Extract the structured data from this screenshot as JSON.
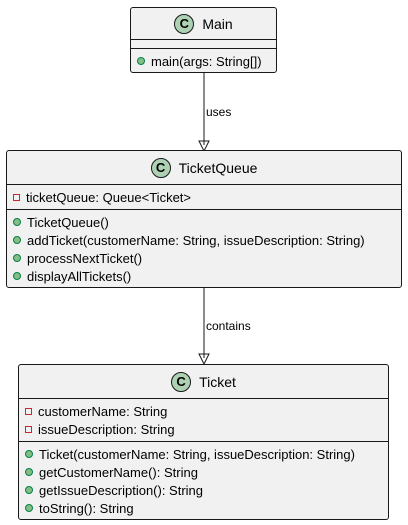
{
  "classes": {
    "main": {
      "badge": "C",
      "name": "Main",
      "fields": [],
      "methods": [
        {
          "visibility": "public",
          "text": "main(args: String[])"
        }
      ]
    },
    "ticket_queue": {
      "badge": "C",
      "name": "TicketQueue",
      "fields": [
        {
          "visibility": "private",
          "text": "ticketQueue: Queue<Ticket>"
        }
      ],
      "methods": [
        {
          "visibility": "public",
          "text": "TicketQueue()"
        },
        {
          "visibility": "public",
          "text": "addTicket(customerName: String, issueDescription: String)"
        },
        {
          "visibility": "public",
          "text": "processNextTicket()"
        },
        {
          "visibility": "public",
          "text": "displayAllTickets()"
        }
      ]
    },
    "ticket": {
      "badge": "C",
      "name": "Ticket",
      "fields": [
        {
          "visibility": "private",
          "text": "customerName: String"
        },
        {
          "visibility": "private",
          "text": "issueDescription: String"
        }
      ],
      "methods": [
        {
          "visibility": "public",
          "text": "Ticket(customerName: String, issueDescription: String)"
        },
        {
          "visibility": "public",
          "text": "getCustomerName(): String"
        },
        {
          "visibility": "public",
          "text": "getIssueDescription(): String"
        },
        {
          "visibility": "public",
          "text": "toString(): String"
        }
      ]
    }
  },
  "relations": {
    "main_to_queue": "uses",
    "queue_to_ticket": "contains"
  },
  "colors": {
    "class_fill": "#f1f1f1",
    "badge_fill": "#add1b2",
    "public_marker": "#84be84",
    "private_marker": "#c82930",
    "line": "#181818"
  }
}
